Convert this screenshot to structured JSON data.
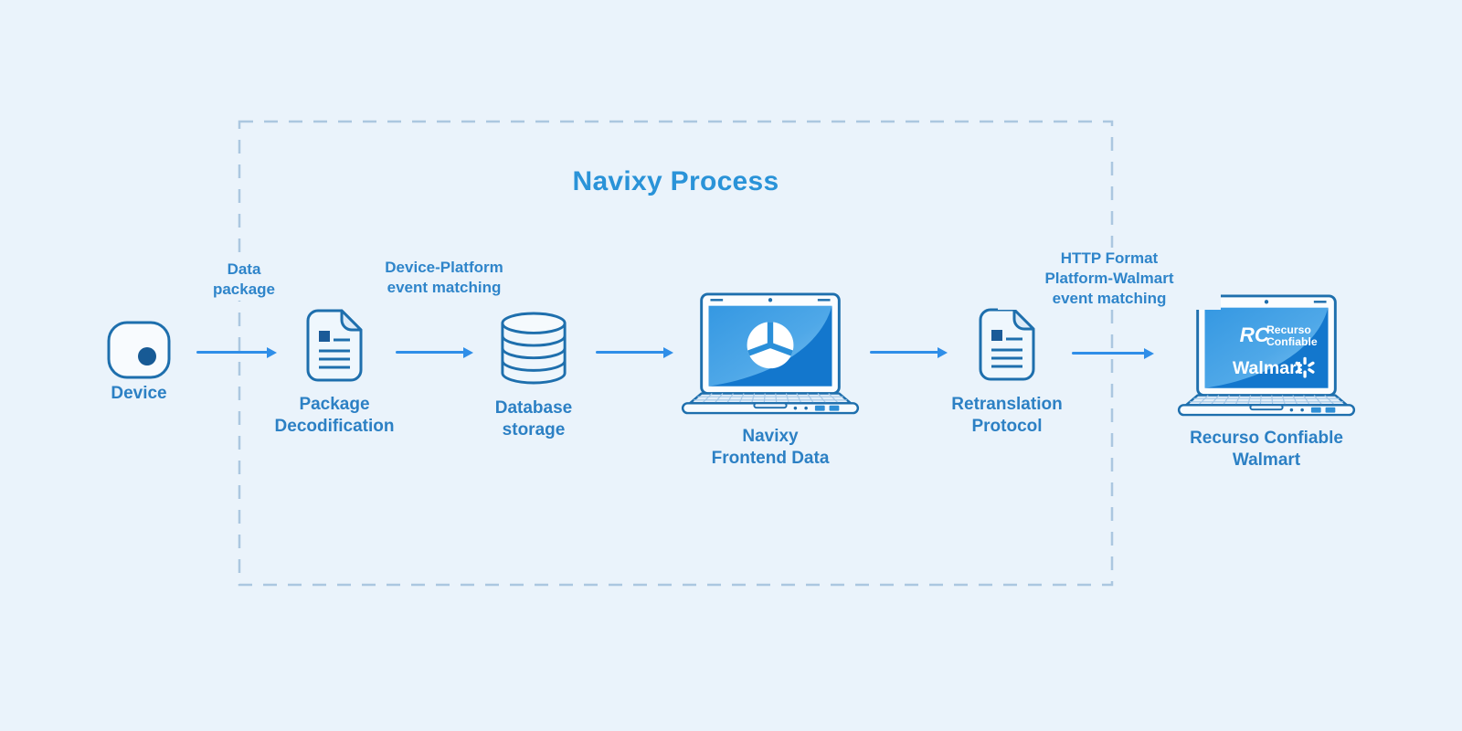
{
  "title": "Navixy Process",
  "nodes": {
    "device": {
      "label": "Device"
    },
    "package_decodification": {
      "line1": "Package",
      "line2": "Decodification"
    },
    "database_storage": {
      "line1": "Database",
      "line2": "storage"
    },
    "navixy_frontend": {
      "line1": "Navixy",
      "line2": "Frontend Data"
    },
    "retranslation_protocol": {
      "line1": "Retranslation",
      "line2": "Protocol"
    },
    "recurso_walmart": {
      "line1": "Recurso Confiable",
      "line2": "Walmart"
    }
  },
  "flow_labels": {
    "data_package": {
      "line1": "Data",
      "line2": "package"
    },
    "device_platform": {
      "line1": "Device-Platform",
      "line2": "event matching"
    },
    "http_format": {
      "line1": "HTTP Format",
      "line2": "Platform-Walmart",
      "line3": "event matching"
    }
  },
  "screens": {
    "recurso": {
      "monogram": "RC",
      "name_line1": "Recurso",
      "name_line2": "Confiable",
      "brand": "Walmart"
    }
  },
  "colors": {
    "background": "#eaf3fb",
    "arrow_blue": "#2f8ee8",
    "node_label_blue": "#2c80c4",
    "flow_label_blue": "#2f85ca",
    "title_blue": "#2a93d8",
    "icon_stroke": "#1e6fad",
    "dash_border": "#abc7e0",
    "screen_blue_dark": "#1377cd",
    "screen_blue_light": "#7fc3f2"
  }
}
